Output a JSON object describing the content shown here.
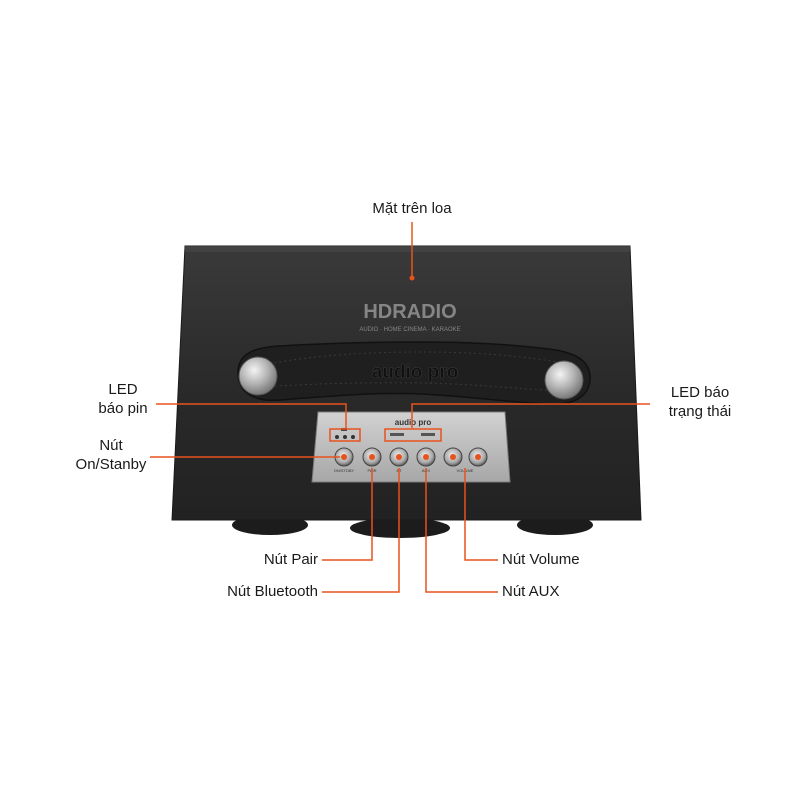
{
  "labels": {
    "top_face": "Mặt trên loa",
    "led_battery_line1": "LED",
    "led_battery_line2": "báo pin",
    "power_btn_line1": "Nút",
    "power_btn_line2": "On/Stanby",
    "led_status_line1": "LED báo",
    "led_status_line2": "trạng thái",
    "pair_btn": "Nút Pair",
    "bluetooth_btn": "Nút Bluetooth",
    "volume_btn": "Nút Volume",
    "aux_btn": "Nút AUX"
  },
  "watermark": {
    "brand": "HDRADIO",
    "tagline": "AUDIO · HOME CINEMA · KARAOKE"
  },
  "device": {
    "handle_logo": "audio pro",
    "panel_logo": "audio pro",
    "button_captions": [
      "ON/STDBY",
      "PAIR",
      "BT",
      "AUX",
      "VOLUME"
    ]
  },
  "colors": {
    "callout": "#e8521e",
    "speaker_body": "#2b2b2b",
    "panel": "#b9b9b9"
  }
}
